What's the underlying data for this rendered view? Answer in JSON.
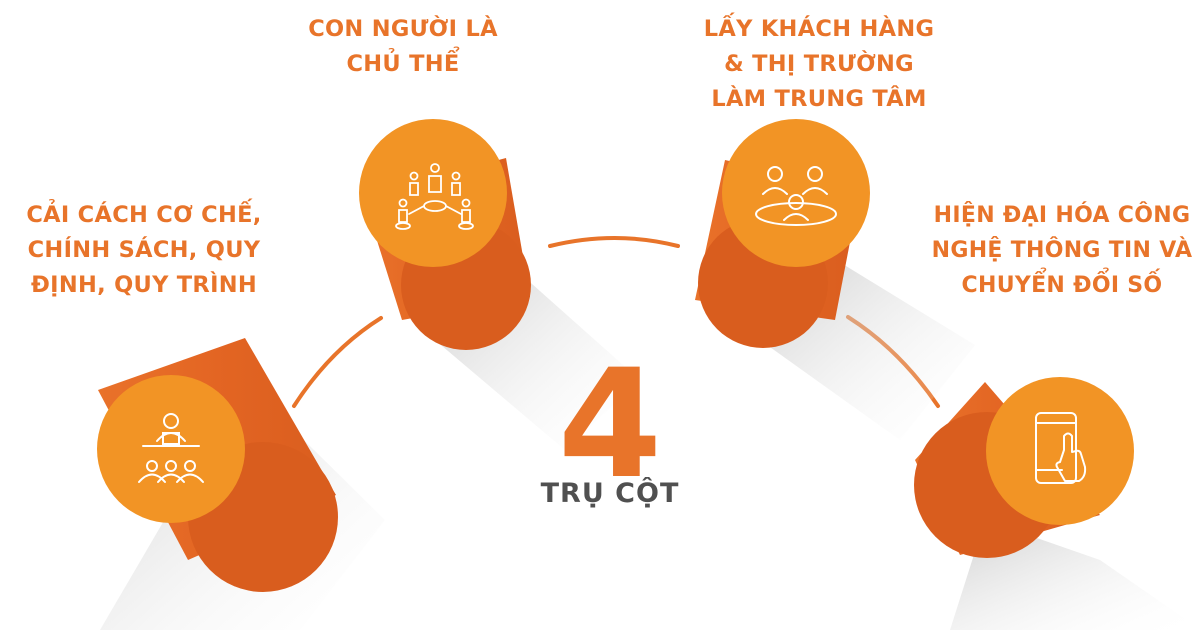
{
  "center": {
    "number": "4",
    "caption": "TRỤ CỘT"
  },
  "pillars": [
    {
      "lines": [
        "CẢI CÁCH CƠ CHẾ,",
        "CHÍNH SÁCH, QUY",
        "ĐỊNH, QUY TRÌNH"
      ],
      "icon": "presentation-audience-icon"
    },
    {
      "lines": [
        "CON NGƯỜI LÀ",
        "CHỦ THỂ"
      ],
      "icon": "people-network-icon"
    },
    {
      "lines": [
        "LẤY KHÁCH HÀNG",
        "& THỊ TRƯỜNG",
        "LÀM TRUNG TÂM"
      ],
      "icon": "meeting-table-icon"
    },
    {
      "lines": [
        "HIỆN ĐẠI HÓA CÔNG",
        "NGHỆ THÔNG TIN VÀ",
        "CHUYỂN ĐỔI SỐ"
      ],
      "icon": "smartphone-touch-icon"
    }
  ],
  "colors": {
    "accent": "#e8742a",
    "face": "#f29425",
    "body": "#e56b25",
    "caption": "#505050"
  }
}
